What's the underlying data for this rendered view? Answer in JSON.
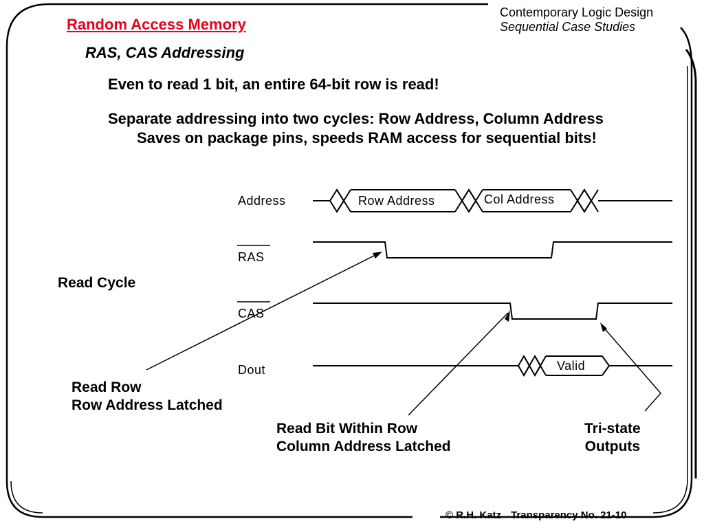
{
  "header": {
    "title": "Random Access Memory",
    "course_title": "Contemporary Logic Design",
    "course_subtitle": "Sequential Case Studies"
  },
  "subtitle": "RAS, CAS Addressing",
  "bullets": [
    "Even to read 1 bit, an entire 64-bit row is read!",
    "Separate addressing into two cycles: Row Address, Column Address",
    "Saves on package pins, speeds RAM access for sequential bits!"
  ],
  "timing_diagram": {
    "signals": {
      "address": "Address",
      "ras": "RAS",
      "cas": "CAS",
      "dout": "Dout"
    },
    "address_values": [
      "Row Address",
      "Col Address"
    ],
    "dout_value": "Valid",
    "cycle_label": "Read Cycle",
    "annotations": {
      "read_row": [
        "Read Row",
        "Row Address Latched"
      ],
      "read_bit": [
        "Read Bit Within Row",
        "Column Address Latched"
      ],
      "tristate": [
        "Tri-state",
        "Outputs"
      ]
    }
  },
  "footer": {
    "copyright": "© R.H. Katz",
    "transparency": "Transparency No. 21-10"
  }
}
